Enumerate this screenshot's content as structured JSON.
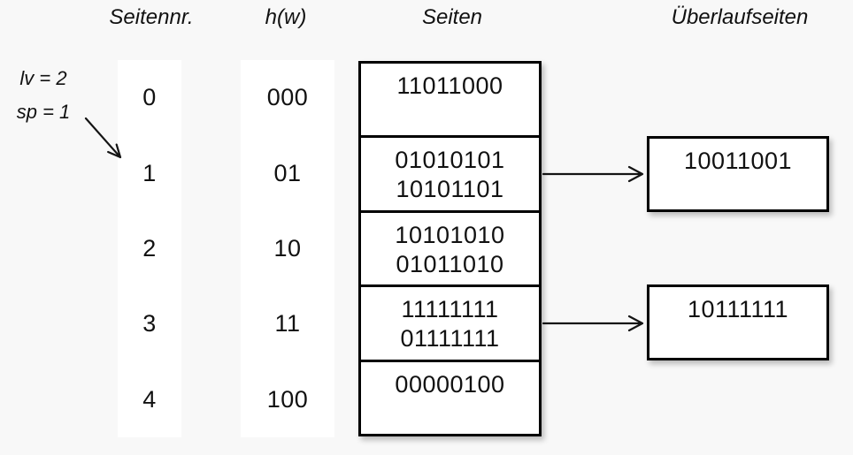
{
  "colors": {
    "background": "#f8f8f8",
    "cell_background": "#ffffff",
    "line": "#000000"
  },
  "headers": {
    "page_number": "Seitennr.",
    "hash": "h(w)",
    "pages": "Seiten",
    "overflow_pages": "Überlaufseiten"
  },
  "annotation": {
    "level": "lv = 2",
    "split_pointer": "sp = 1",
    "pointer_target_row": 1
  },
  "table": {
    "rows": [
      {
        "page_no": "0",
        "hash": "000",
        "entries": [
          "11011000"
        ],
        "overflow": null
      },
      {
        "page_no": "1",
        "hash": "01",
        "entries": [
          "01010101",
          "10101101"
        ],
        "overflow": "10011001"
      },
      {
        "page_no": "2",
        "hash": "10",
        "entries": [
          "10101010",
          "01011010"
        ],
        "overflow": null
      },
      {
        "page_no": "3",
        "hash": "11",
        "entries": [
          "11111111",
          "01111111"
        ],
        "overflow": "10111111"
      },
      {
        "page_no": "4",
        "hash": "100",
        "entries": [
          "00000100"
        ],
        "overflow": null
      }
    ]
  },
  "connectors": [
    {
      "from": "page-row-1",
      "to": "overflow-page-1"
    },
    {
      "from": "page-row-3",
      "to": "overflow-page-3"
    },
    {
      "from": "split-pointer-label",
      "to": "page-number-1"
    }
  ]
}
